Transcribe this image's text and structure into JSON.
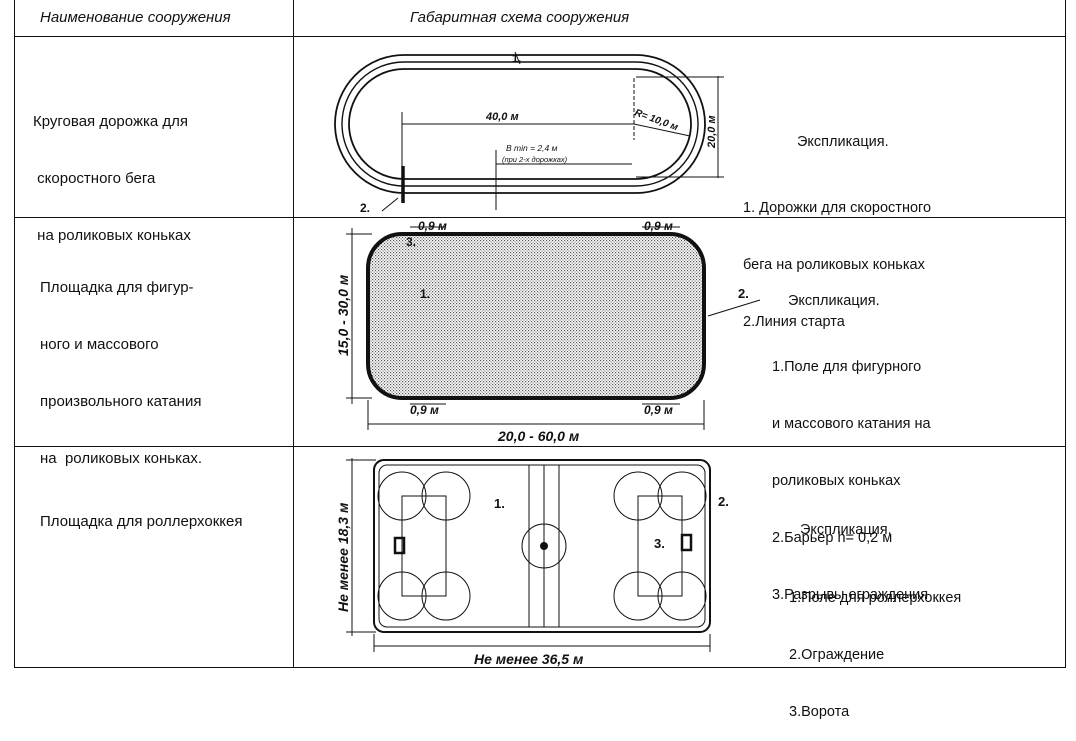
{
  "header": {
    "col1": "Наименование сооружения",
    "col2": "Габаритная схема сооружения"
  },
  "rows": [
    {
      "name_lines": [
        "Круговая дорожка для",
        " скоростного бега",
        " на роликовых коньках"
      ],
      "dims": {
        "length": "40,0 м",
        "radius": "R= 10,0 м",
        "width": "20,0 м",
        "lane_min": "B min = 2,4 м",
        "lane_note": "(при 2-х дорожках)",
        "callout_1": "1.",
        "callout_2": "2."
      },
      "expl_title": "Экспликация.",
      "expl_items": [
        "1. Дорожки для скоростного",
        "бега на роликовых коньках",
        "2.Линия старта"
      ]
    },
    {
      "name_lines": [
        "Площадка для фигур-",
        "ного и массового",
        "произвольного катания",
        "на  роликовых коньках."
      ],
      "dims": {
        "gap_tl": "0,9 м",
        "gap_tr": "0,9 м",
        "gap_bl": "0,9 м",
        "gap_br": "0,9 м",
        "height": "15,0 - 30,0 м",
        "width": "20,0 - 60,0 м",
        "callout_1": "1.",
        "callout_2": "2.",
        "callout_3": "3."
      },
      "expl_title": "Экспликация.",
      "expl_items": [
        "1.Поле для фигурного",
        "и массового катания на",
        "роликовых коньках",
        "2.Барьер h= 0,2 м",
        "3.Разрывы ограждения"
      ]
    },
    {
      "name_lines": [
        "Площадка для роллерхоккея"
      ],
      "dims": {
        "height": "Не менее 18,3 м",
        "width": "Не менее 36,5 м",
        "callout_1": "1.",
        "callout_2": "2.",
        "callout_3": "3."
      },
      "expl_title": "Экспликация.",
      "expl_items": [
        "1.Поле для роллерхоккея",
        "2.Ограждение",
        "3.Ворота"
      ]
    }
  ]
}
